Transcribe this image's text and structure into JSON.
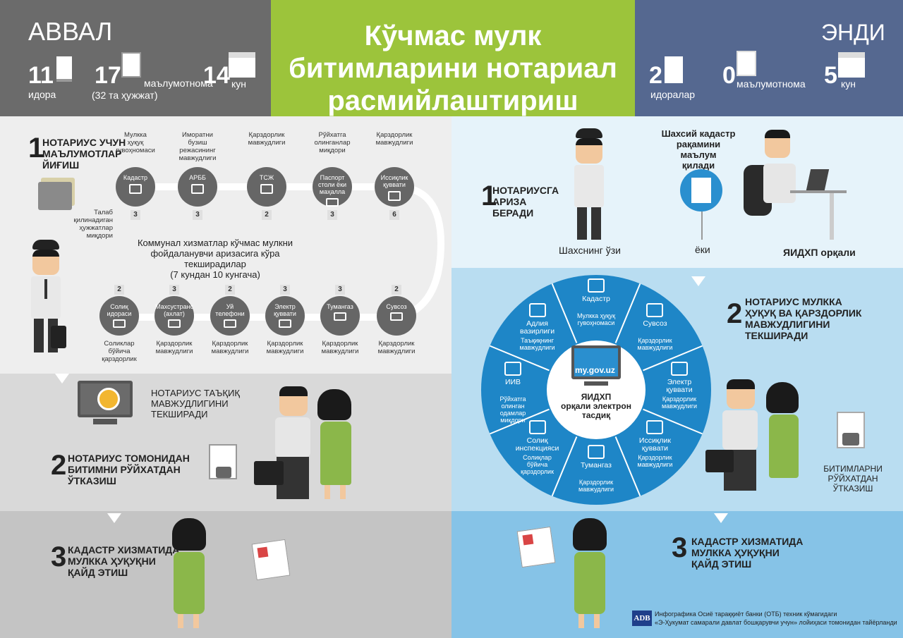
{
  "header": {
    "before": {
      "title": "АВВАЛ",
      "offices_num": "11",
      "offices_label": "идора",
      "docs_num": "17",
      "docs_label": "маълумотнома",
      "docs_sub": "(32 та ҳужжат)",
      "days_num": "14",
      "days_label": "кун"
    },
    "main_title": "Кўчмас мулк\nбитимларини нотариал\nрасмийлаштириш",
    "after": {
      "title": "ЭНДИ",
      "offices_num": "2",
      "offices_label": "идоралар",
      "docs_num": "0",
      "docs_label": "маълумотнома",
      "days_num": "5",
      "days_label": "кун"
    }
  },
  "before": {
    "step1_num": "1",
    "step1": "НОТАРИУС УЧУН\nМАЪЛУМОТЛАР\nЙИҒИШ",
    "req_docs_label": "Талаб\nқилинадиган\nҳужжатлар\nмиқдори",
    "top_row": [
      {
        "top": "Мулкка\nҳуқуқ\nгувоҳномаси",
        "name": "Кадастр",
        "count": "3",
        "icon": "house-icon"
      },
      {
        "top": "Иморатни\nбузиш\nрежасининг\nмавжудлиги",
        "name": "АРББ",
        "count": "3",
        "icon": "blank"
      },
      {
        "top": "Қарздорлик\nмавжудлиги",
        "name": "ТСЖ",
        "count": "2",
        "icon": "house-tools-icon"
      },
      {
        "top": "Рўйхатга\nолинганлар\nмиқдори",
        "name": "Паспорт\nстоли ёки\nмаҳалла",
        "count": "3",
        "icon": "people-icon"
      },
      {
        "top": "Қарздорлик\nмавжудлиги",
        "name": "Иссиқлик\nқуввати",
        "count": "6",
        "icon": "radiator-icon"
      }
    ],
    "communal": "Коммунал хизматлар кўчмас мулкни\nфойдаланувчи аризасига кўра текширадилар\n(7 кундан 10 кунгача)",
    "bottom_row": [
      {
        "name": "Солиқ\nидораси",
        "count": "2",
        "bottom": "Соликлар\nбўйича\nқарздорлик",
        "icon": "hand-coins-icon"
      },
      {
        "name": "Махсустранс\n(ахлат)",
        "count": "3",
        "bottom": "Қарздорлик\nмавжудлиги",
        "icon": "trash-icon"
      },
      {
        "name": "Уй\nтелефони",
        "count": "2",
        "bottom": "Қарздорлик\nмавжудлиги",
        "icon": "phone-icon"
      },
      {
        "name": "Электр\nқуввати",
        "count": "3",
        "bottom": "Қарздорлик\nмавжудлиги",
        "icon": "plug-icon"
      },
      {
        "name": "Тумангаз",
        "count": "3",
        "bottom": "Қарздорлик\nмавжудлиги",
        "icon": "gas-icon"
      },
      {
        "name": "Сувсоз",
        "count": "2",
        "bottom": "Қарздорлик\nмавжудлиги",
        "icon": "bathtub-icon"
      }
    ],
    "step_check": "НОТАРИУС ТАЪҚИҚ\nМАВЖУДЛИГИНИ\nТЕКШИРАДИ",
    "step2_num": "2",
    "step2": "НОТАРИУС ТОМОНИДАН\nБИТИМНИ РЎЙХАТДАН\nЎТКАЗИШ",
    "step3_num": "3",
    "step3": "КАДАСТР ХИЗМАТИДА\nМУЛККА ҲУҚУҚНИ\nҚАЙД ЭТИШ"
  },
  "after": {
    "step1_num": "1",
    "step1": "НОТАРИУСГА\nАРИЗА\nБЕРАДИ",
    "self": "Шахснинг ўзи",
    "or": "ёки",
    "cadastre_info": "Шахсий кадастр\nрақамини маълум\nқилади",
    "via": "ЯИДХП орқали",
    "step2_num": "2",
    "step2": "НОТАРИУС МУЛККА\nҲУҚУҚ ВА ҚАРЗДОРЛИК\nМАВЖУДЛИГИНИ\nТЕКШИРАДИ",
    "center_site": "my.gov.uz",
    "center_text": "ЯИДХП\nорқали электрон\nтасдиқ",
    "wheel": [
      {
        "t": "Кадастр",
        "s": "Мулкка ҳуқуқ\nгувоҳномаси"
      },
      {
        "t": "Сувсоз",
        "s": "Қарздорлик\nмавжудлиги"
      },
      {
        "t": "Электр\nқуввати",
        "s": "Қарздорлик\nмавжудлиги"
      },
      {
        "t": "Иссиқлик\nқуввати",
        "s": "Қарздорлик\nмавжудлиги"
      },
      {
        "t": "Тумангаз",
        "s": "Қарздорлик\nмавжудлиги"
      },
      {
        "t": "Солиқ\nинспекцияси",
        "s": "Солиқлар\nбўйича\nқарздорлик"
      },
      {
        "t": "ИИВ",
        "s": "Рўйхатга\nолинган\nодамлар\nмиқдори"
      },
      {
        "t": "Адлия\nвазирлиги",
        "s": "Таъқиқнинг\nмавжудлиги"
      }
    ],
    "sign": "БИТИМЛАРНИ\nРЎЙХАТДАН\nЎТКАЗИШ",
    "step3_num": "3",
    "step3": "КАДАСТР ХИЗМАТИДА\nМУЛККА ҲУҚУҚНИ\nҚАЙД ЭТИШ"
  },
  "footer": {
    "logo": "ADB",
    "line1": "Инфографика Осиё тараққиёт банки (ОТБ) техник кўмагидаги",
    "line2": "«Э-Ҳукумат самарали давлат бошқарувчи учун» лойиҳаси томонидан тайёрланди"
  }
}
